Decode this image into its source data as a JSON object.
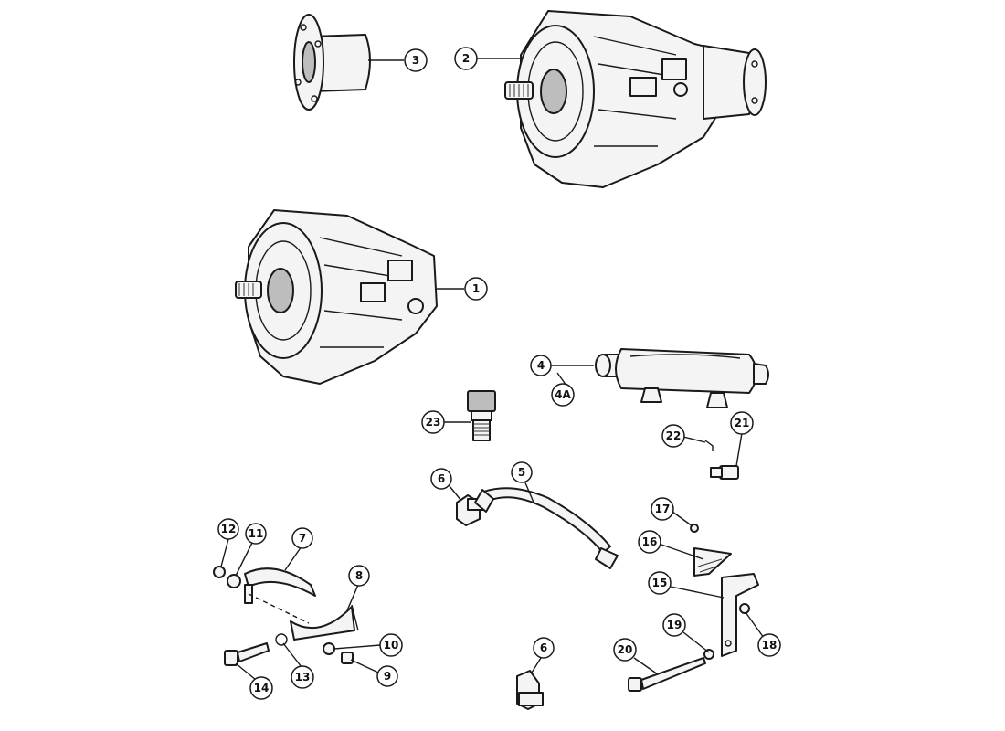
{
  "callouts": [
    {
      "id": "c3",
      "label": "3"
    },
    {
      "id": "c2",
      "label": "2"
    },
    {
      "id": "c1",
      "label": "1"
    },
    {
      "id": "c4",
      "label": "4"
    },
    {
      "id": "c4a",
      "label": "4A"
    },
    {
      "id": "c23",
      "label": "23"
    },
    {
      "id": "c22",
      "label": "22"
    },
    {
      "id": "c21",
      "label": "21"
    },
    {
      "id": "c6a",
      "label": "6"
    },
    {
      "id": "c5",
      "label": "5"
    },
    {
      "id": "c17",
      "label": "17"
    },
    {
      "id": "c16",
      "label": "16"
    },
    {
      "id": "c15",
      "label": "15"
    },
    {
      "id": "c18",
      "label": "18"
    },
    {
      "id": "c19",
      "label": "19"
    },
    {
      "id": "c20",
      "label": "20"
    },
    {
      "id": "c12",
      "label": "12"
    },
    {
      "id": "c11",
      "label": "11"
    },
    {
      "id": "c7",
      "label": "7"
    },
    {
      "id": "c8",
      "label": "8"
    },
    {
      "id": "c10",
      "label": "10"
    },
    {
      "id": "c9",
      "label": "9"
    },
    {
      "id": "c13",
      "label": "13"
    },
    {
      "id": "c14",
      "label": "14"
    },
    {
      "id": "c6b",
      "label": "6"
    }
  ]
}
